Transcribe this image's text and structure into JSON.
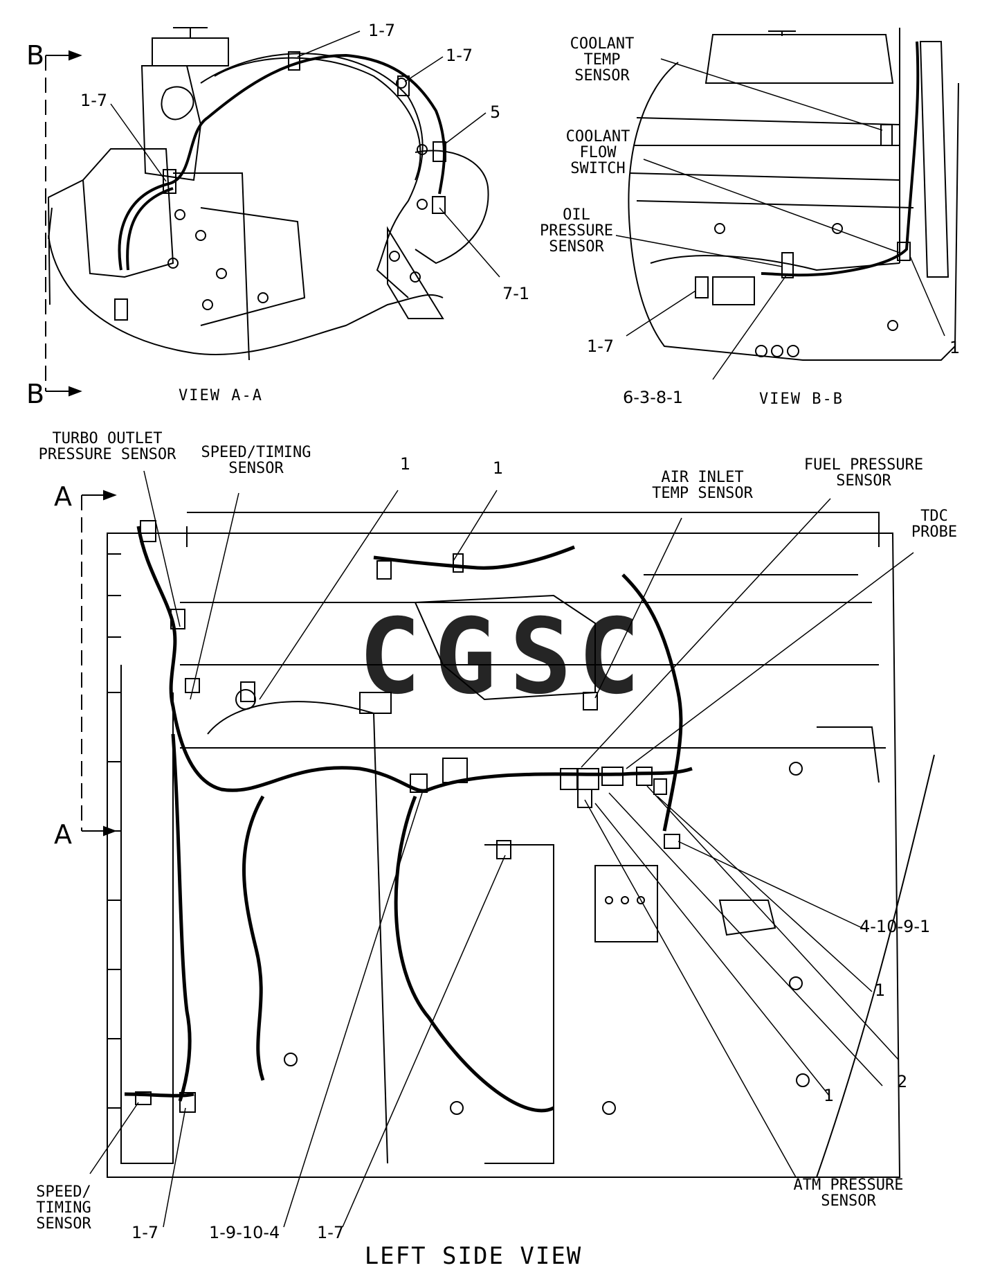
{
  "section_markers": {
    "b_top": "B",
    "b_bottom": "B",
    "a_top": "A",
    "a_bottom": "A"
  },
  "view_aa": {
    "caption": "VIEW A-A",
    "callouts": [
      "1-7",
      "1-7",
      "1-7",
      "5",
      "7-1"
    ]
  },
  "view_bb": {
    "caption": "VIEW B-B",
    "labels": {
      "coolant_temp": [
        "COOLANT",
        "TEMP",
        "SENSOR"
      ],
      "coolant_flow": [
        "COOLANT",
        "FLOW",
        "SWITCH"
      ],
      "oil_pressure": [
        "OIL",
        "PRESSURE",
        "SENSOR"
      ]
    },
    "callouts": [
      "1-7",
      "6-3-8-1",
      "1"
    ]
  },
  "left_side": {
    "title": "LEFT SIDE VIEW",
    "labels": {
      "turbo_outlet": [
        "TURBO OUTLET",
        "PRESSURE SENSOR"
      ],
      "speed_timing_top": [
        "SPEED/TIMING",
        "SENSOR"
      ],
      "air_inlet": [
        "AIR INLET",
        "TEMP SENSOR"
      ],
      "fuel_pressure": [
        "FUEL PRESSURE",
        "SENSOR"
      ],
      "tdc_probe": [
        "TDC",
        "PROBE"
      ],
      "atm_pressure": [
        "ATM PRESSURE",
        "SENSOR"
      ],
      "speed_timing_bottom": [
        "SPEED/",
        "TIMING",
        "SENSOR"
      ]
    },
    "callouts": [
      "1",
      "1",
      "4-10-9-1",
      "1",
      "2",
      "1",
      "1-7",
      "1-9-10-4",
      "1-7"
    ]
  },
  "watermark": {
    "text": "CGSC",
    "colors": [
      "#4A86E8",
      "#E86A63",
      "#F2C94C",
      "#4CAF7D"
    ]
  }
}
